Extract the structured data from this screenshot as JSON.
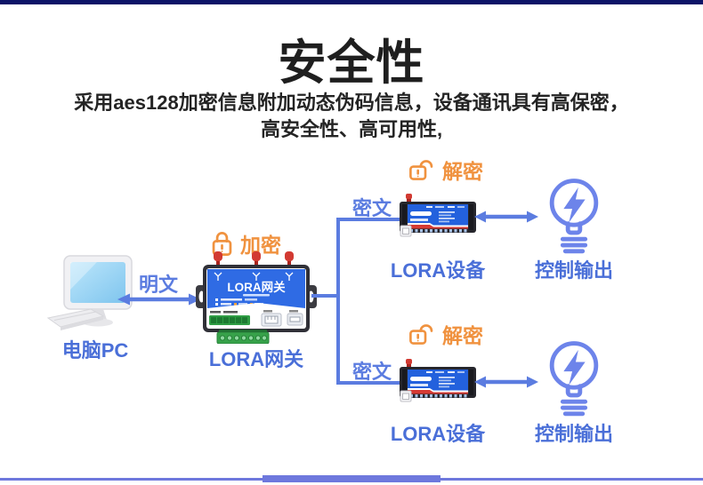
{
  "page": {
    "title": "安全性",
    "subtitle_line1": "采用aes128加密信息附加动态伪码信息，设备通讯具有高保密，",
    "subtitle_line2": "高安全性、高可用性,"
  },
  "diagram": {
    "pc_label": "电脑PC",
    "plaintext_label": "明文",
    "encrypt_label": "加密",
    "decrypt_label": "解密",
    "ciphertext_label": "密文",
    "gateway_label": "LORA网关",
    "gateway_panel_text": "LORA网关",
    "device_label": "LORA设备",
    "output_label": "控制输出"
  },
  "colors": {
    "top_bar_navy": "#0c1467",
    "title_black": "#1f1f1f",
    "flow_blue": "#5b7ce0",
    "label_blue": "#4a6fd8",
    "orange": "#f0923f",
    "bulb_blue": "#6d84ea",
    "bottom_bar_purple": "#6e78dd",
    "gateway_panel_blue": "#2f6be4",
    "device_panel_blue": "#2361dd",
    "antenna_red": "#d23a32",
    "terminal_green": "#37a24a"
  }
}
